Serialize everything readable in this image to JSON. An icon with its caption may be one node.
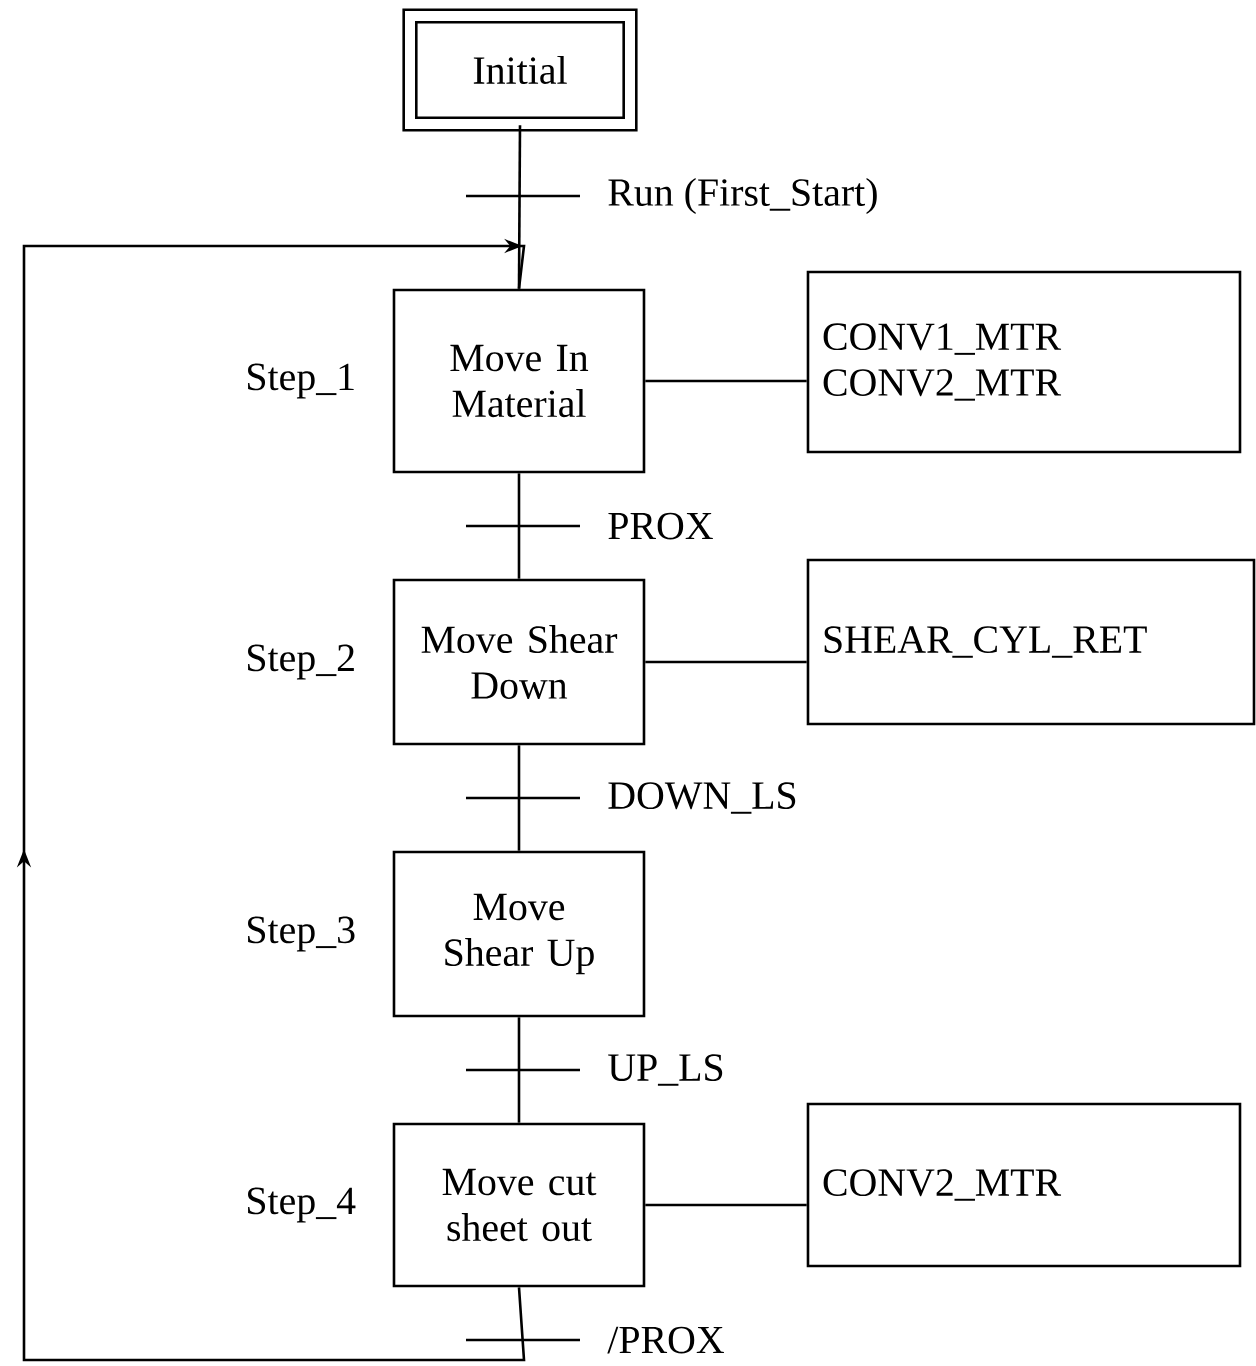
{
  "diagram": {
    "nodes": [
      {
        "text": [
          "Initial"
        ]
      },
      {
        "text": [
          "Move In Material"
        ],
        "beside": [
          "Step_1"
        ]
      },
      {
        "text": [
          "CONV1_MTR",
          "CONV2_MTR"
        ]
      },
      {
        "text": [
          "Move Shear Down"
        ],
        "beside": [
          "Step_2"
        ]
      },
      {
        "text": [
          "SHEAR_CYL_RET"
        ]
      },
      {
        "text": [
          "Move Shear Up"
        ],
        "beside": [
          "Step_3"
        ]
      },
      {
        "text": [
          "Move cut sheet out"
        ],
        "beside": [
          "Step_4"
        ]
      },
      {
        "text": [
          "CONV2_MTR"
        ]
      }
    ],
    "edges": [
      {
        "from": 0,
        "to": 1,
        "arrow": "none",
        "label": "Run (First_Start)"
      },
      {
        "from": 1,
        "to": 2,
        "arrow": "none"
      },
      {
        "from": 1,
        "to": 3,
        "arrow": "none",
        "label": "PROX"
      },
      {
        "from": 3,
        "to": 4,
        "arrow": "none"
      },
      {
        "from": 3,
        "to": 5,
        "arrow": "none",
        "label": "DOWN_LS"
      },
      {
        "from": 5,
        "to": 6,
        "arrow": "none",
        "label": "UP_LS"
      },
      {
        "from": 6,
        "to": 7,
        "arrow": "none"
      },
      {
        "from": 6,
        "to": 1,
        "arrow": "to",
        "label": "/PROX"
      }
    ]
  }
}
